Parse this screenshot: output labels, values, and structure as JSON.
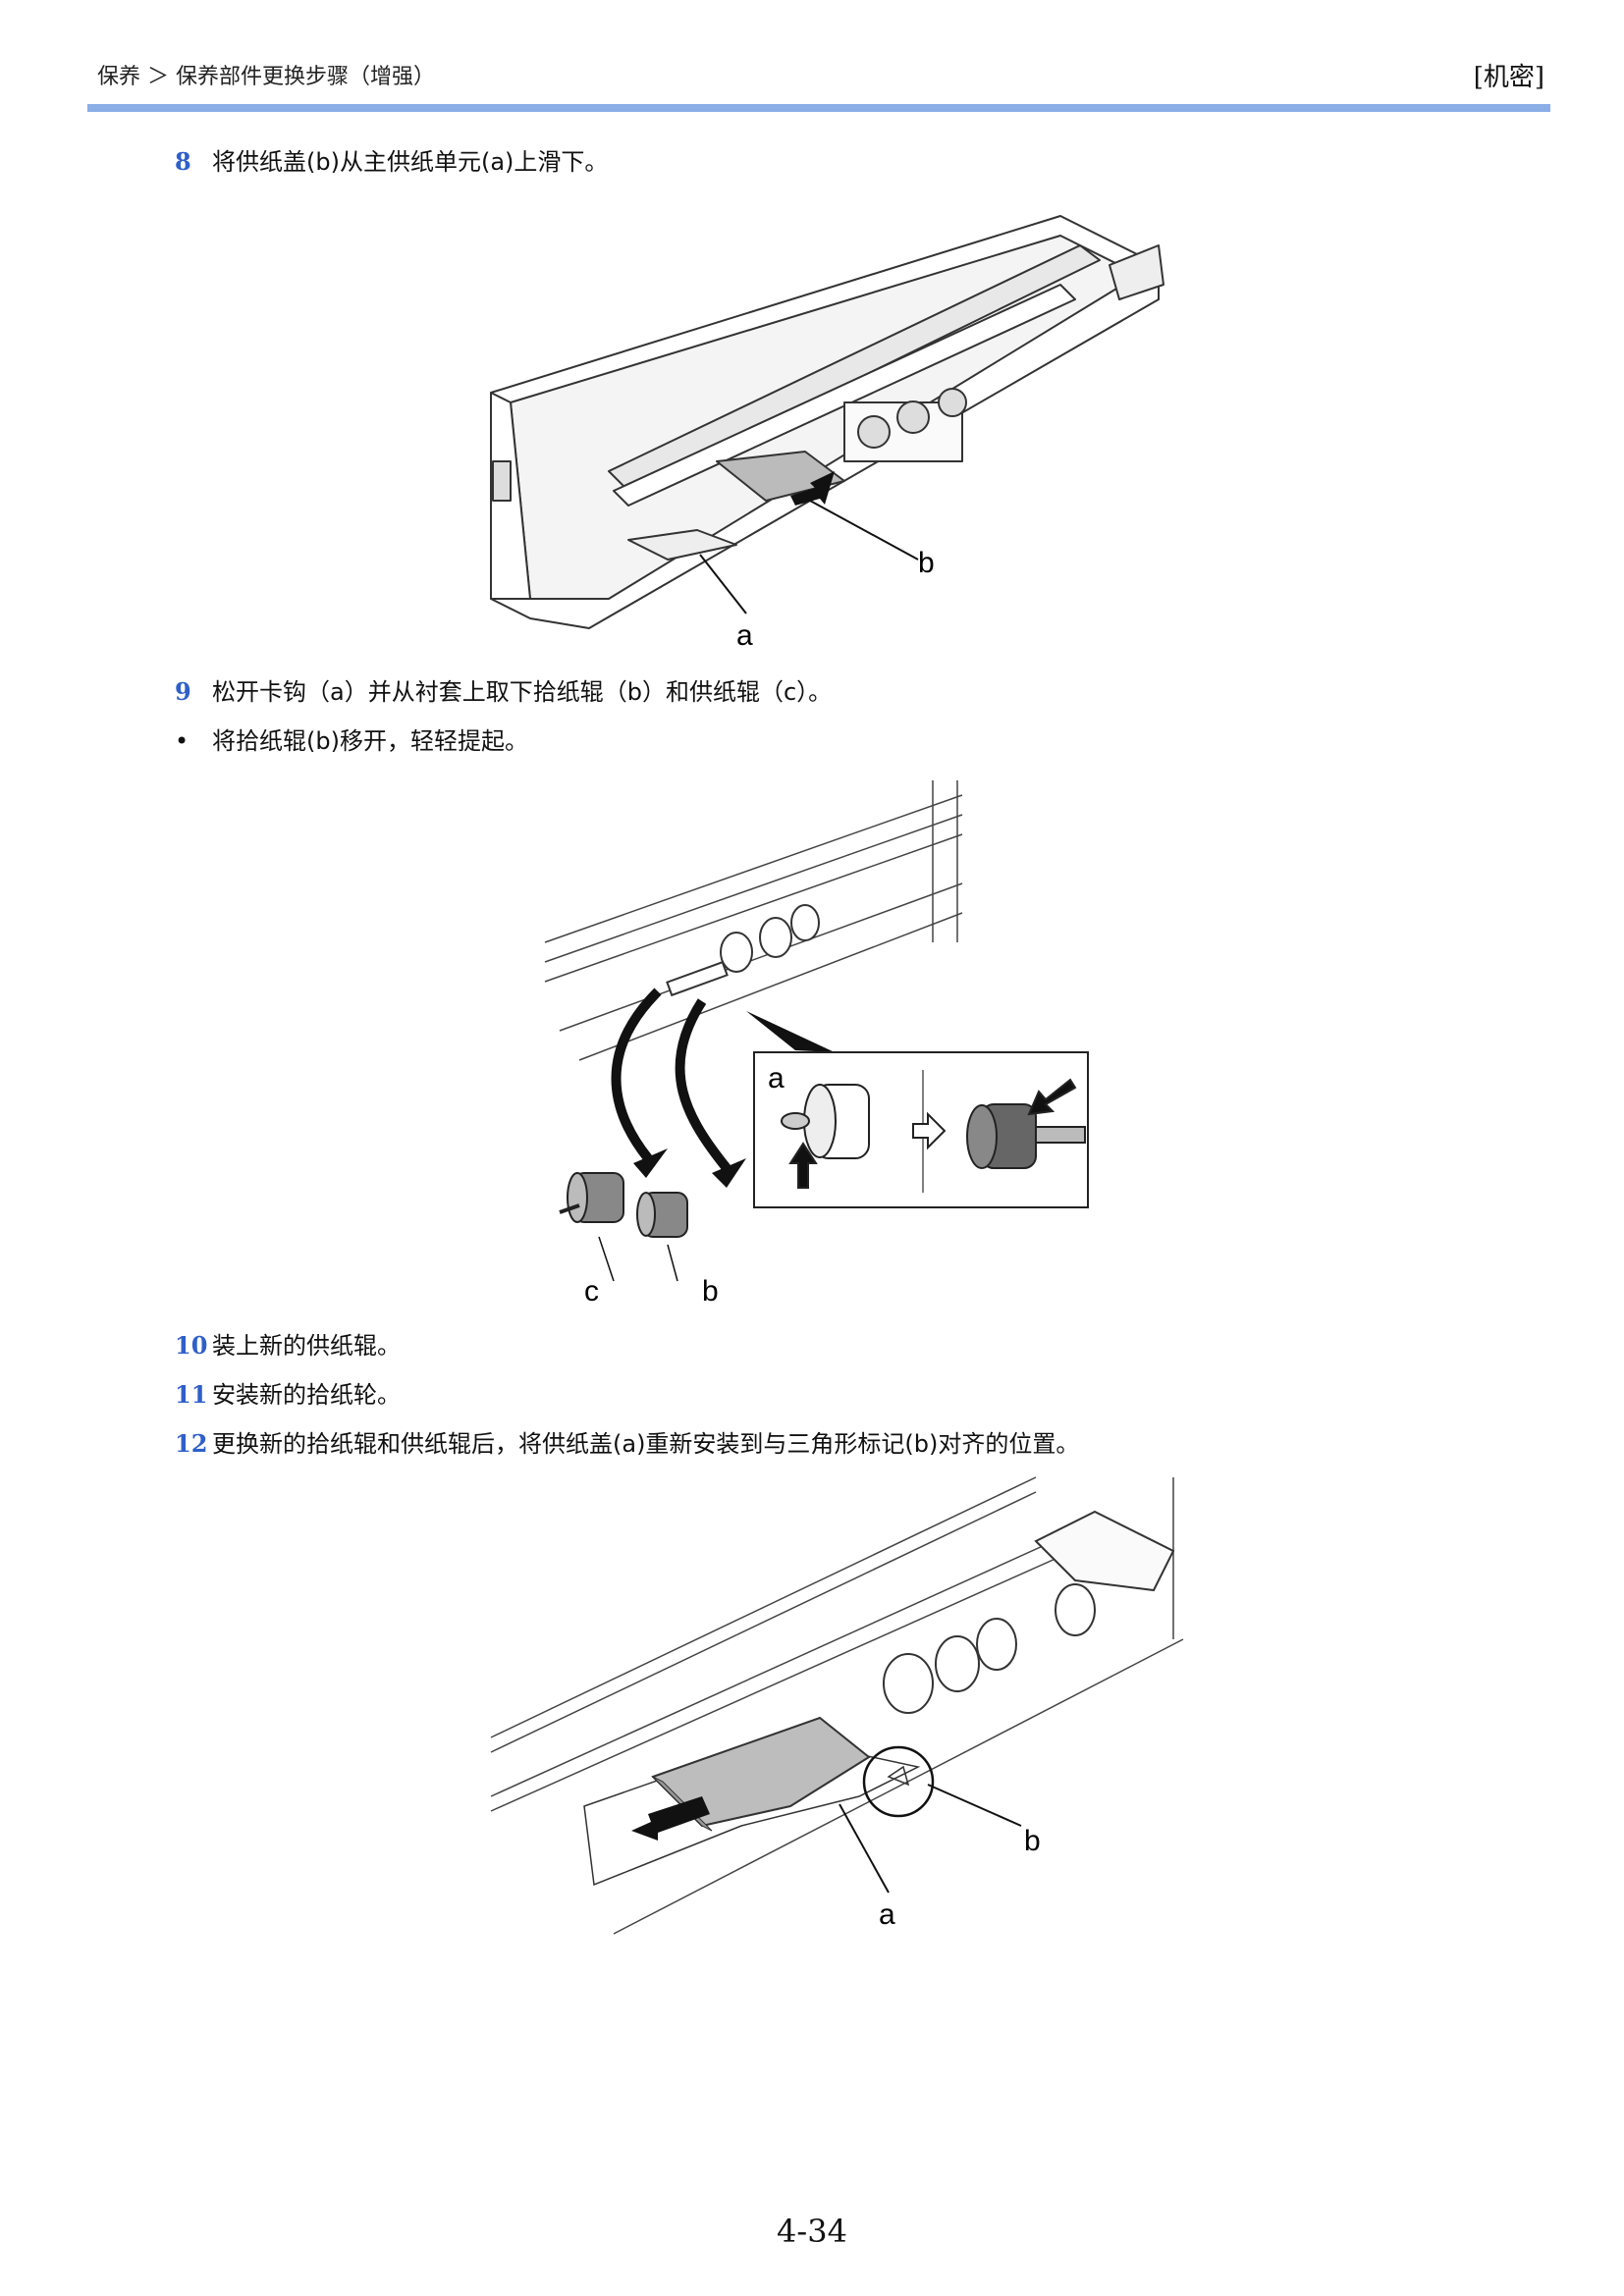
{
  "header": {
    "breadcrumb": "保养 ＞ 保养部件更换步骤（增强）",
    "confidential": "[机密]"
  },
  "steps": [
    {
      "num": "8",
      "text": "将供纸盖(b)从主供纸单元(a)上滑下。"
    },
    {
      "num": "9",
      "text": "松开卡钩（a）并从衬套上取下拾纸辊（b）和供纸辊（c）。"
    },
    {
      "num": "10",
      "text": "装上新的供纸辊。"
    },
    {
      "num": "11",
      "text": "安装新的拾纸轮。"
    },
    {
      "num": "12",
      "text": "更换新的拾纸辊和供纸辊后，将供纸盖(a)重新安装到与三角形标记(b)对齐的位置。"
    }
  ],
  "bullet": {
    "mark": "•",
    "text": "将拾纸辊(b)移开，轻轻提起。"
  },
  "figure1": {
    "label_b": "b",
    "label_a": "a"
  },
  "figure2": {
    "label_a": "a",
    "label_c": "c",
    "label_b": "b"
  },
  "figure3": {
    "label_b": "b",
    "label_a": "a"
  },
  "page_number": "4-34"
}
